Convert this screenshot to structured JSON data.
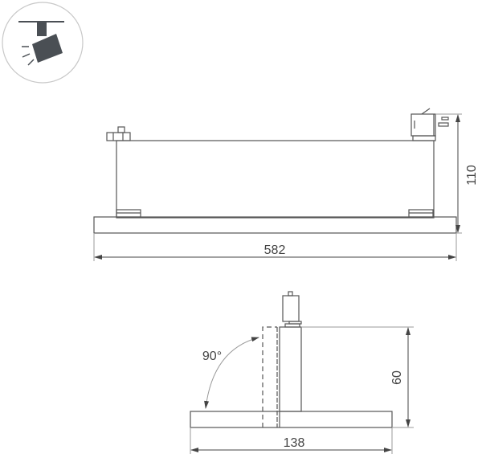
{
  "icon": {
    "name": "track-spotlight-icon",
    "circle_stroke": "#c8c8c8",
    "fill": "#4a4f54"
  },
  "front_view": {
    "length_label": "582",
    "height_label": "110"
  },
  "side_view": {
    "width_label": "138",
    "height_label": "60",
    "rotation_label": "90°"
  },
  "colors": {
    "line": "#555555",
    "dim_line": "#9a9a9a",
    "text": "#444444"
  }
}
